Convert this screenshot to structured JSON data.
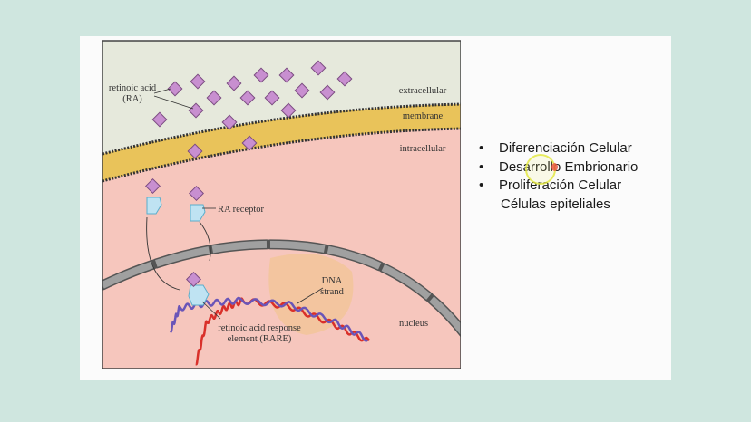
{
  "diagram": {
    "labels": {
      "ra": "retinoic acid",
      "ra_abbr": "(RA)",
      "extracellular": "extracellular",
      "membrane": "membrane",
      "intracellular": "intracellular",
      "receptor": "RA receptor",
      "dna1": "DNA",
      "dna2": "strand",
      "nucleus": "nucleus",
      "rare1": "retinoic acid response",
      "rare2": "element (RARE)"
    },
    "colors": {
      "extracellular": "#e6e9dc",
      "cytoplasm": "#f6c6bd",
      "membrane": "#e9c35a",
      "diamond": "#c88fd0",
      "receptor": "#bfe3f2",
      "envelope": "#9a9a9a"
    }
  },
  "bullets": {
    "items": [
      "Diferenciación Celular",
      "Desarrollo Embrionario",
      "Proliferación Celular"
    ],
    "subitem": "Células epiteliales",
    "marker": "•"
  }
}
